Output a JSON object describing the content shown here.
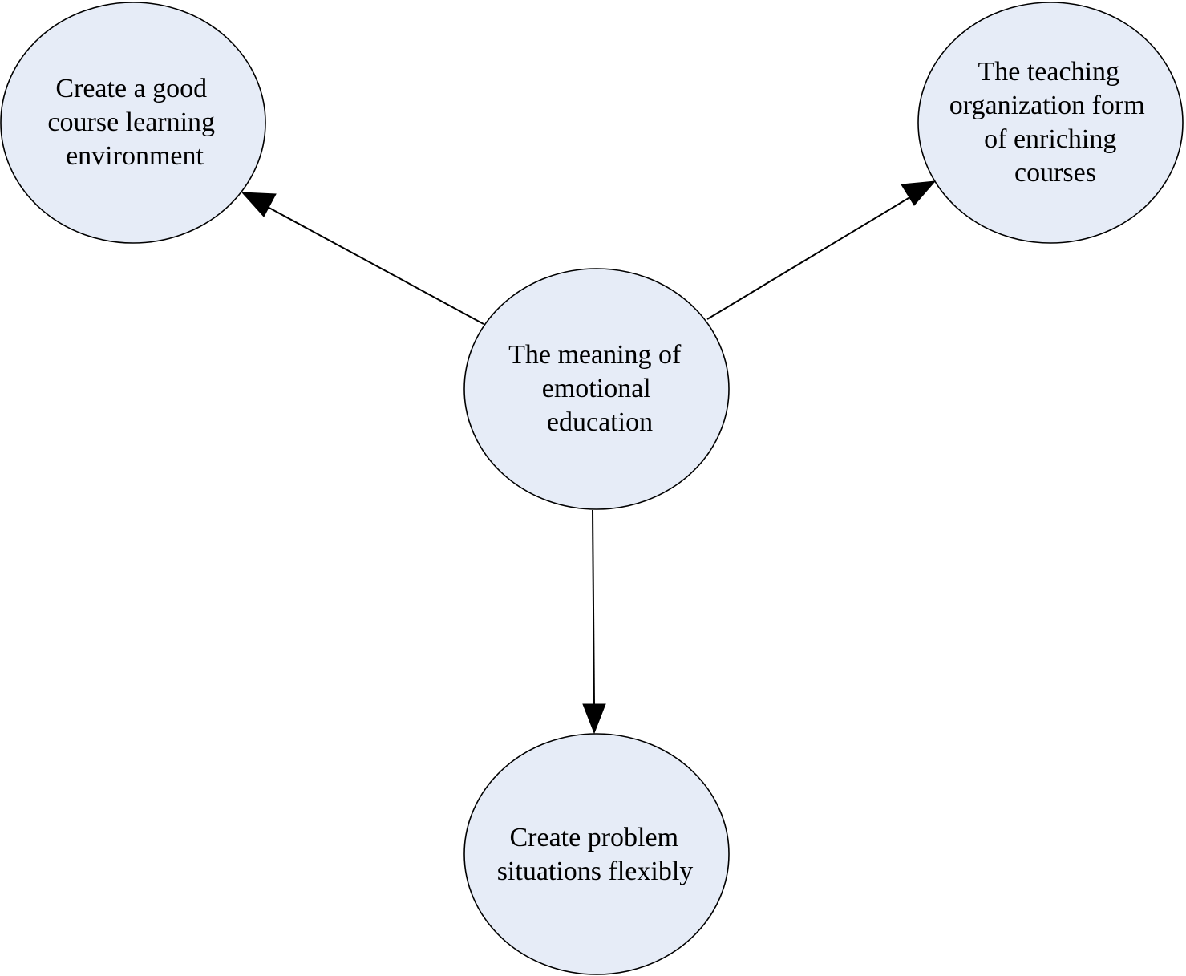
{
  "diagram": {
    "node_fill": "#e6ecf7",
    "line_color": "#000000",
    "nodes": {
      "center": {
        "lines": [
          "The meaning of",
          "emotional",
          "education"
        ]
      },
      "top_left": {
        "lines": [
          "Create a good",
          "course learning",
          "environment"
        ]
      },
      "top_right": {
        "lines": [
          "The teaching",
          "organization form",
          "of enriching",
          "courses"
        ]
      },
      "bottom": {
        "lines": [
          "Create problem",
          "situations flexibly"
        ]
      }
    },
    "edges": [
      {
        "from": "center",
        "to": "top_left"
      },
      {
        "from": "center",
        "to": "top_right"
      },
      {
        "from": "center",
        "to": "bottom"
      }
    ]
  }
}
